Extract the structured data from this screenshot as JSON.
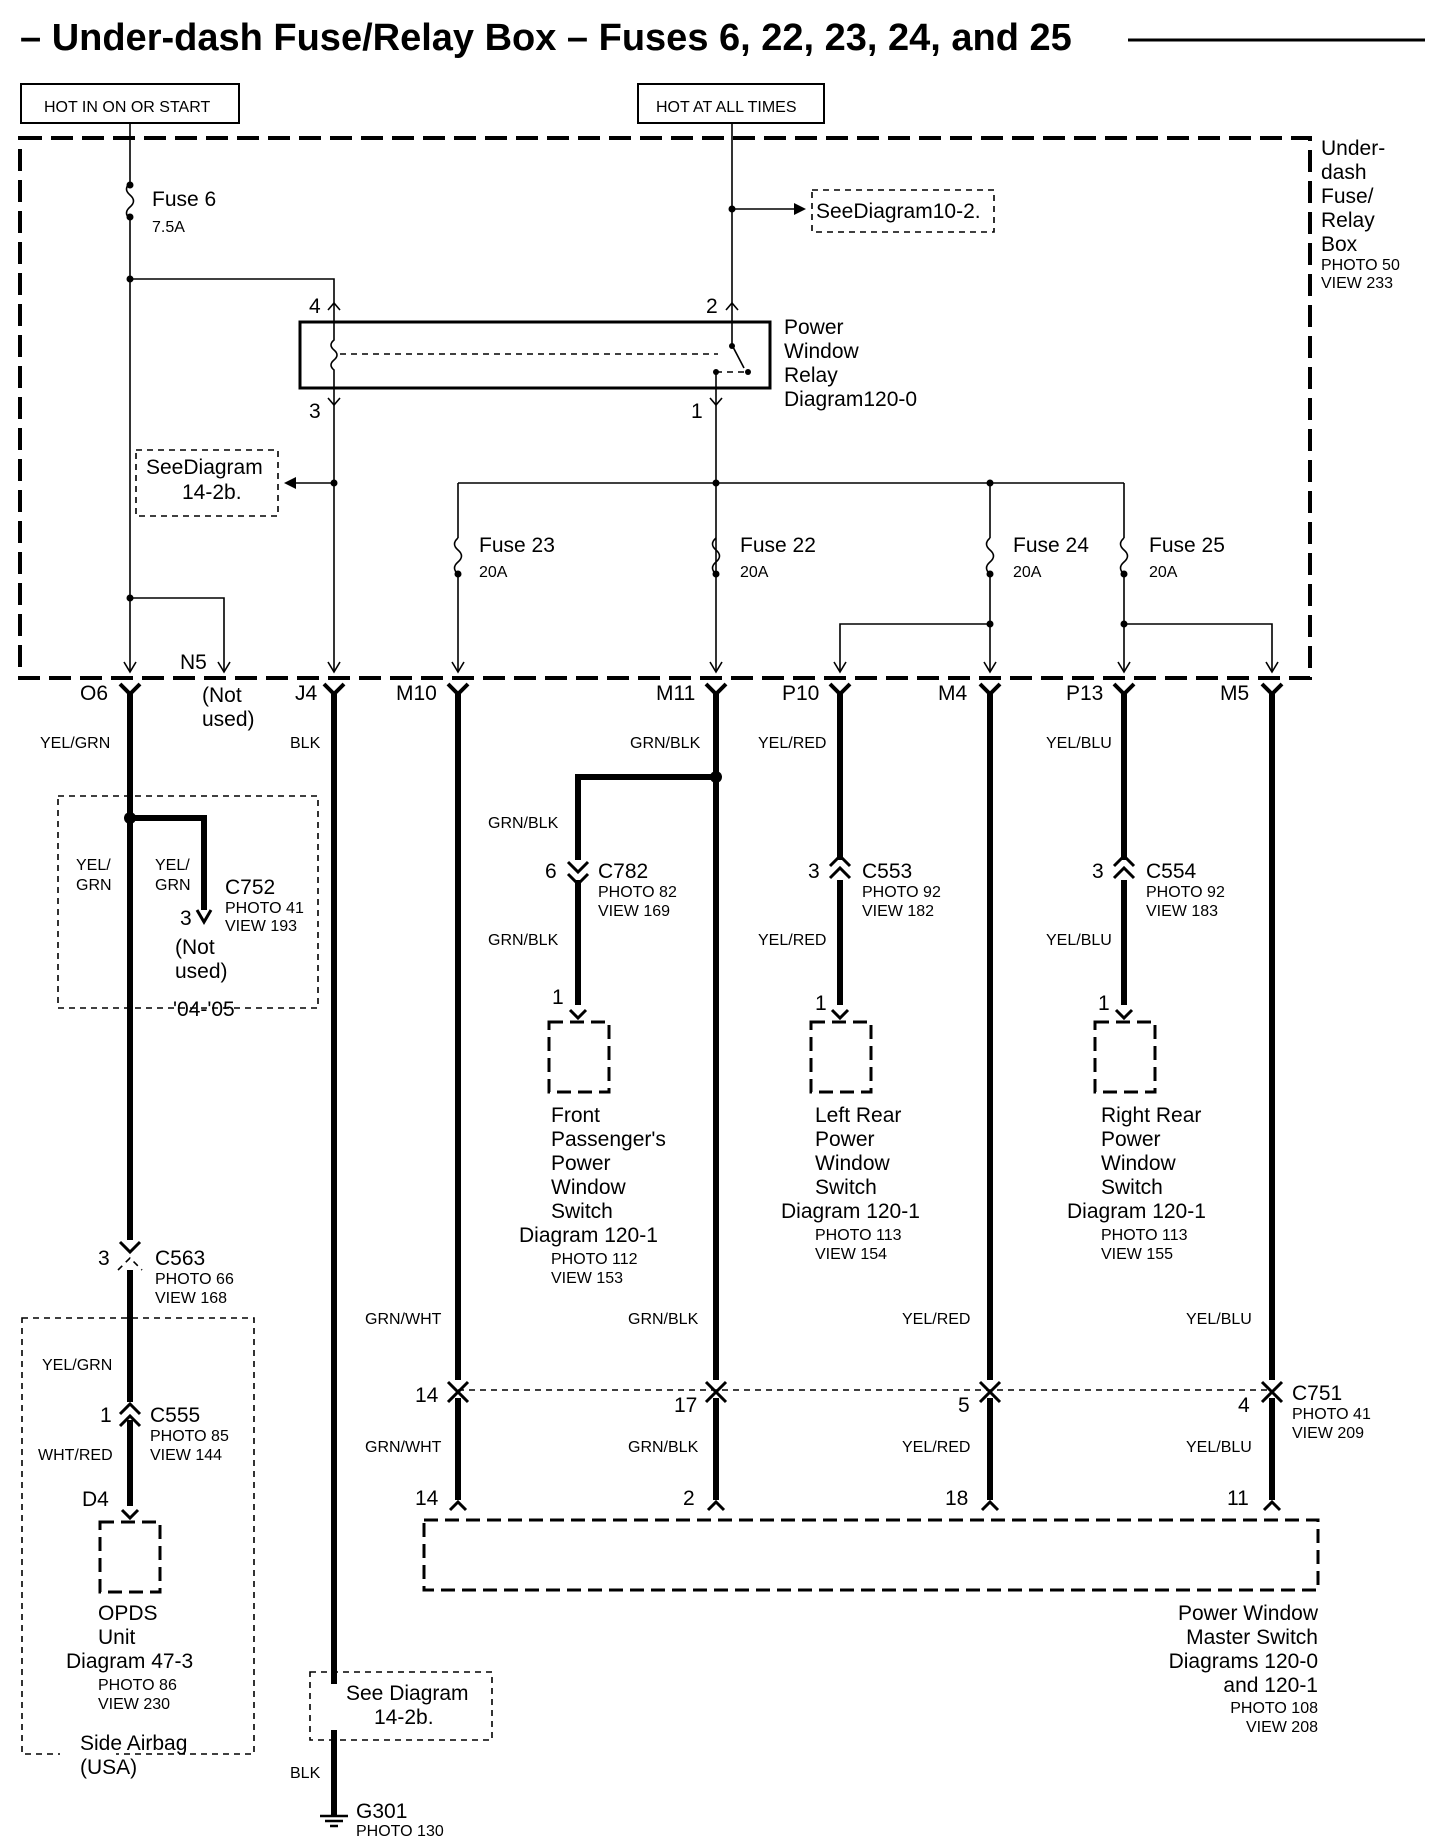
{
  "title": "– Under-dash Fuse/Relay Box – Fuses 6, 22, 23, 24, and 25",
  "power_sources": {
    "hot_in_on_or_start": "HOT IN ON OR START",
    "hot_at_all_times": "HOT AT ALL TIMES"
  },
  "fuse_box": {
    "name_lines": [
      "Under-",
      "dash",
      "Fuse/",
      "Relay",
      "Box"
    ],
    "photo": "PHOTO 50",
    "view": "VIEW 233"
  },
  "fuses": [
    {
      "name": "Fuse 6",
      "rating": "7.5A"
    },
    {
      "name": "Fuse 23",
      "rating": "20A"
    },
    {
      "name": "Fuse 22",
      "rating": "20A"
    },
    {
      "name": "Fuse 24",
      "rating": "20A"
    },
    {
      "name": "Fuse 25",
      "rating": "20A"
    }
  ],
  "see_diagram_10_2": "SeeDiagram10-2.",
  "see_diagram_14_2b": {
    "line1": "SeeDiagram",
    "line2": "14-2b."
  },
  "see_diagram_14_2b_bottom": {
    "line1": "See  Diagram",
    "line2": "14-2b."
  },
  "relay": {
    "lines": [
      "Power",
      "Window",
      "Relay",
      "Diagram120-0"
    ],
    "pins": [
      "4",
      "2",
      "3",
      "1"
    ]
  },
  "terminals": {
    "o6": "O6",
    "n5": "N5",
    "n5_note": [
      "(Not",
      "used)"
    ],
    "j4": "J4",
    "m10": "M10",
    "m11": "M11",
    "p10": "P10",
    "m4": "M4",
    "p13": "P13",
    "m5": "M5"
  },
  "wire_colors": {
    "yel_grn": "YEL/GRN",
    "blk": "BLK",
    "grn_blk": "GRN/BLK",
    "yel_red": "YEL/RED",
    "yel_blu": "YEL/BLU",
    "grn_wht": "GRN/WHT",
    "wht_red": "WHT/RED",
    "yel_grn_split": [
      "YEL/",
      "GRN"
    ]
  },
  "connectors": {
    "c752": {
      "name": "C752",
      "photo": "PHOTO 41",
      "view": "VIEW 193",
      "pin": "3",
      "note": [
        "(Not",
        "used)"
      ],
      "year": "'04-'05"
    },
    "c782": {
      "name": "C782",
      "photo": "PHOTO 82",
      "view": "VIEW 169",
      "pin": "6"
    },
    "c553": {
      "name": "C553",
      "photo": "PHOTO 92",
      "view": "VIEW 182",
      "pin": "3"
    },
    "c554": {
      "name": "C554",
      "photo": "PHOTO 92",
      "view": "VIEW 183",
      "pin": "3"
    },
    "c563": {
      "name": "C563",
      "photo": "PHOTO 66",
      "view": "VIEW 168",
      "pin": "3"
    },
    "c555": {
      "name": "C555",
      "photo": "PHOTO 85",
      "view": "VIEW 144",
      "pin": "1"
    },
    "c751": {
      "name": "C751",
      "photo": "PHOTO 41",
      "view": "VIEW 209",
      "pins": [
        "14",
        "17",
        "5",
        "4"
      ]
    }
  },
  "components": {
    "front_pass": {
      "pin": "1",
      "lines": [
        "Front",
        "Passenger's",
        "Power",
        "Window",
        "Switch",
        "Diagram 120-1"
      ],
      "photo": "PHOTO 112",
      "view": "VIEW 153"
    },
    "left_rear": {
      "pin": "1",
      "lines": [
        "Left Rear",
        "Power",
        "Window",
        "Switch",
        "Diagram 120-1"
      ],
      "photo": "PHOTO 113",
      "view": "VIEW 154"
    },
    "right_rear": {
      "pin": "1",
      "lines": [
        "Right Rear",
        "Power",
        "Window",
        "Switch",
        "Diagram 120-1"
      ],
      "photo": "PHOTO 113",
      "view": "VIEW 155"
    },
    "opds": {
      "pin": "D4",
      "lines": [
        "OPDS",
        "Unit",
        "Diagram 47-3"
      ],
      "photo": "PHOTO 86",
      "view": "VIEW 230"
    },
    "master": {
      "pins": [
        "14",
        "2",
        "18",
        "11"
      ],
      "lines": [
        "Power Window",
        "Master Switch",
        "Diagrams 120-0",
        "and 120-1"
      ],
      "photo": "PHOTO 108",
      "view": "VIEW 208"
    }
  },
  "side_airbag": [
    "Side Airbag",
    "(USA)"
  ],
  "ground": {
    "name": "G301",
    "photo": "PHOTO 130"
  }
}
